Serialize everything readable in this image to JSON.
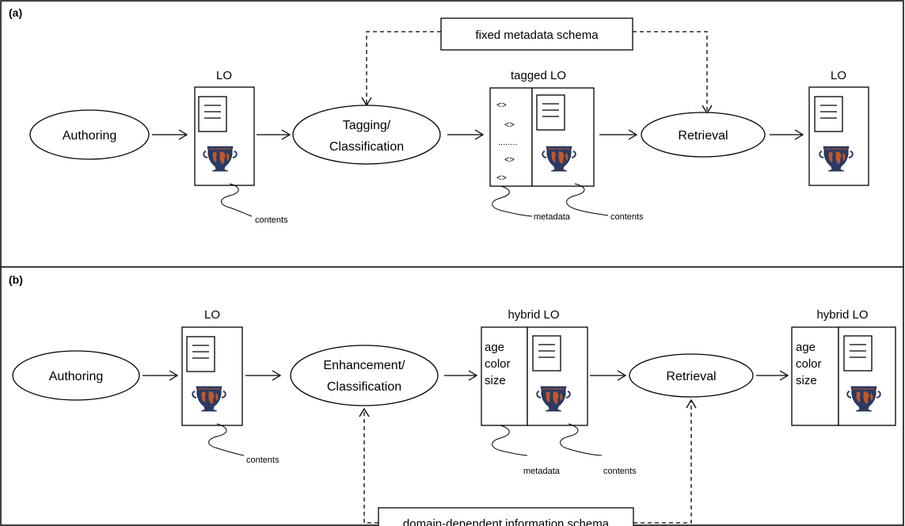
{
  "panel_a": {
    "label": "(a)",
    "schema_label": "fixed metadata schema",
    "nodes": {
      "authoring": "Authoring",
      "tagging_line1": "Tagging/",
      "tagging_line2": "Classification",
      "retrieval": "Retrieval"
    },
    "lo_titles": {
      "first": "LO",
      "tagged": "tagged LO",
      "last": "LO"
    },
    "tag_rows": [
      "<>",
      "<>",
      "........",
      "<>",
      "<>"
    ],
    "annotations": {
      "contents_1": "contents",
      "metadata": "metadata",
      "contents_2": "contents"
    }
  },
  "panel_b": {
    "label": "(b)",
    "schema_label": "domain-dependent information schema",
    "nodes": {
      "authoring": "Authoring",
      "enhancement_line1": "Enhancement/",
      "enhancement_line2": "Classification",
      "retrieval": "Retrieval"
    },
    "lo_titles": {
      "first": "LO",
      "hybrid": "hybrid LO",
      "last": "hybrid LO"
    },
    "meta_words": [
      "age",
      "color",
      "size"
    ],
    "annotations": {
      "contents_1": "contents",
      "metadata": "metadata",
      "contents_2": "contents"
    }
  },
  "colors": {
    "vase_body": "#2b3a64",
    "vase_figure": "#c0582a",
    "vase_rim": "#1f2a4a"
  }
}
